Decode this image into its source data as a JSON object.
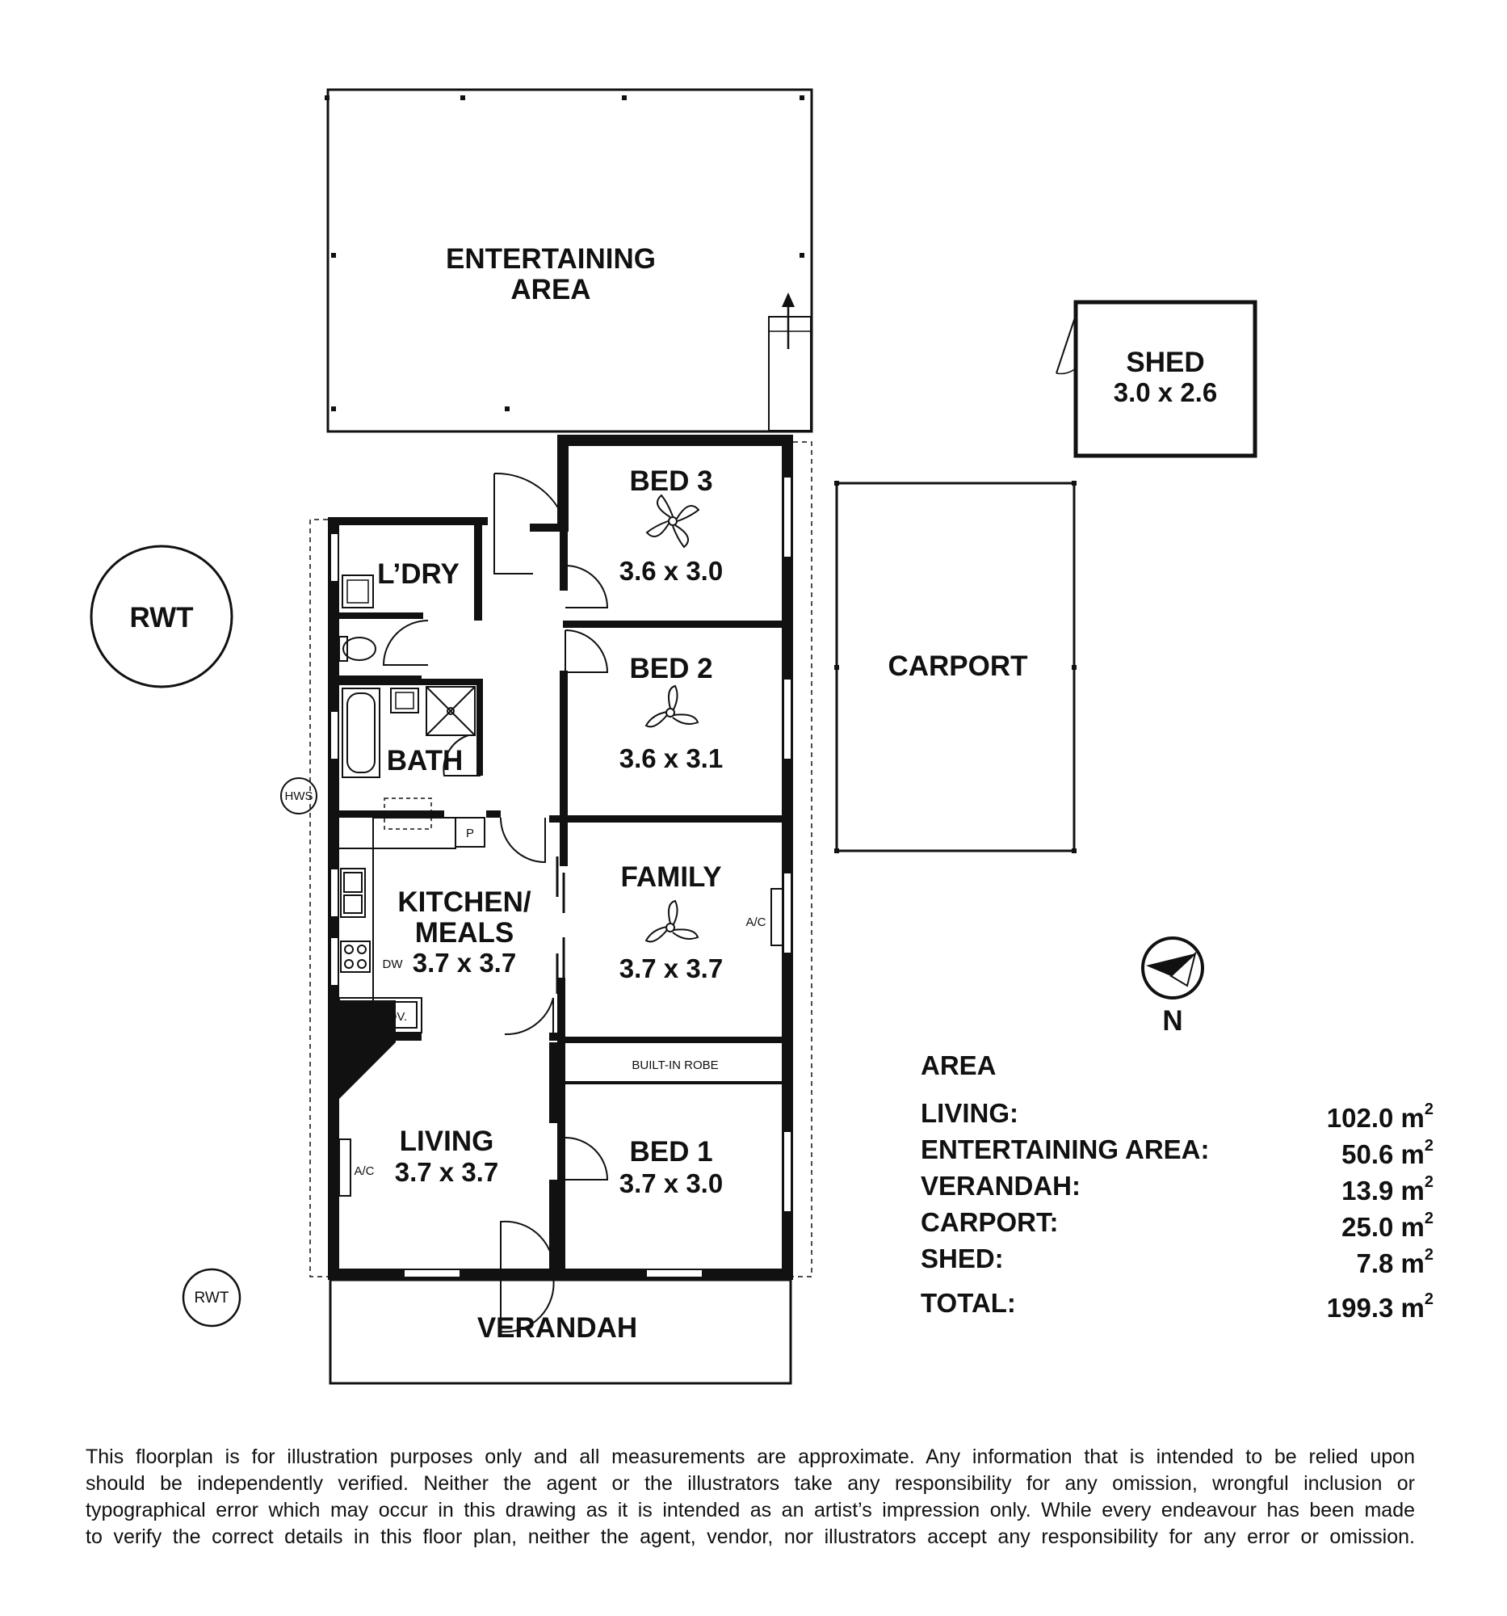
{
  "rooms": {
    "entertaining_area": {
      "line1": "ENTERTAINING",
      "line2": "AREA"
    },
    "shed": {
      "name": "SHED",
      "dims": "3.0 x 2.6"
    },
    "bed3": {
      "name": "BED 3",
      "dims": "3.6 x 3.0"
    },
    "bed2": {
      "name": "BED 2",
      "dims": "3.6 x 3.1"
    },
    "laundry": {
      "name": "L’DRY"
    },
    "bath": {
      "name": "BATH"
    },
    "carport": {
      "name": "CARPORT"
    },
    "family": {
      "name": "FAMILY",
      "dims": "3.7 x 3.7"
    },
    "kitchen": {
      "line1": "KITCHEN/",
      "line2": "MEALS",
      "dims": "3.7 x 3.7"
    },
    "living": {
      "name": "LIVING",
      "dims": "3.7 x 3.7"
    },
    "bed1": {
      "name": "BED 1",
      "dims": "3.7 x 3.0"
    },
    "verandah": {
      "name": "VERANDAH"
    },
    "robe": {
      "name": "BUILT-IN ROBE"
    }
  },
  "fixtures": {
    "rwt_large": "RWT",
    "rwt_small": "RWT",
    "hws": "HWS",
    "pantry": "P",
    "dishwasher": "DW",
    "oven": "OV.",
    "ac_family": "A/C",
    "ac_living": "A/C"
  },
  "compass": {
    "label": "N"
  },
  "area_summary": {
    "title": "AREA",
    "unit": "m",
    "unit_sup": "2",
    "rows": [
      {
        "label": "LIVING:",
        "value": "102.0"
      },
      {
        "label": "ENTERTAINING AREA:",
        "value": "50.6"
      },
      {
        "label": "VERANDAH:",
        "value": "13.9"
      },
      {
        "label": "CARPORT:",
        "value": "25.0"
      },
      {
        "label": "SHED:",
        "value": "7.8"
      }
    ],
    "total": {
      "label": "TOTAL:",
      "value": "199.3"
    }
  },
  "disclaimer": {
    "line1": "This floorplan is for illustration purposes only and all measurements are approximate. Any information that is intended to be relied upon",
    "line2": "should be independently verified. Neither the agent or the illustrators take any responsibility for any omission, wrongful inclusion or",
    "line3": "typographical error which may occur in this drawing as it is intended as an artist’s impression only. While every endeavour has been made",
    "line4": "to verify the correct details in this floor plan, neither the agent, vendor, nor illustrators accept any responsibility for any error or omission."
  }
}
